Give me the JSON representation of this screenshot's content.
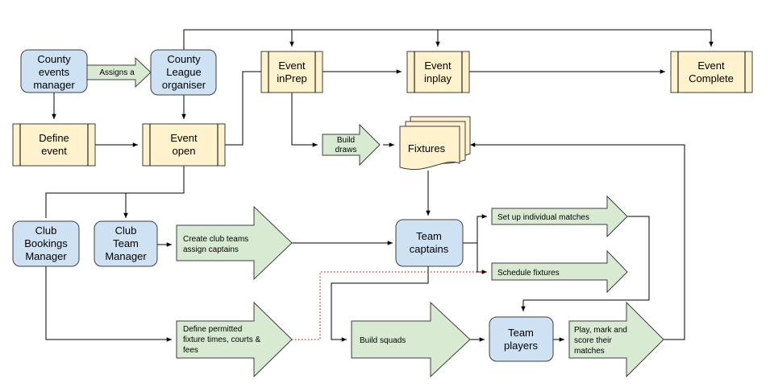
{
  "roles": {
    "county_events_manager": [
      "County",
      "events",
      "manager"
    ],
    "county_league_organiser": [
      "County",
      "League",
      "organiser"
    ],
    "club_bookings_manager": [
      "Club",
      "Bookings",
      "Manager"
    ],
    "club_team_manager": [
      "Club",
      "Team",
      "Manager"
    ],
    "team_captains": [
      "Team",
      "captains"
    ],
    "team_players": [
      "Team",
      "players"
    ]
  },
  "states": {
    "define_event": [
      "Define",
      "event"
    ],
    "event_open": [
      "Event",
      "open"
    ],
    "event_inprep": [
      "Event",
      "inPrep"
    ],
    "event_inplay": [
      "Event",
      "inplay"
    ],
    "event_complete": [
      "Event",
      "Complete"
    ]
  },
  "documents": {
    "fixtures": "Fixtures"
  },
  "actions": {
    "assigns": [
      "Assigns a"
    ],
    "build_draws": [
      "Build",
      "draws"
    ],
    "create_club_teams": [
      "Create club teams",
      "assign captains"
    ],
    "define_permitted": [
      "Define permitted",
      "fixture times, courts &",
      "fees"
    ],
    "set_up_individual": [
      "Set up individual matches"
    ],
    "schedule_fixtures": [
      "Schedule fixtures"
    ],
    "build_squads": [
      "Build squads"
    ],
    "play_mark_score": [
      "Play, mark and",
      "score their",
      "matches"
    ]
  }
}
